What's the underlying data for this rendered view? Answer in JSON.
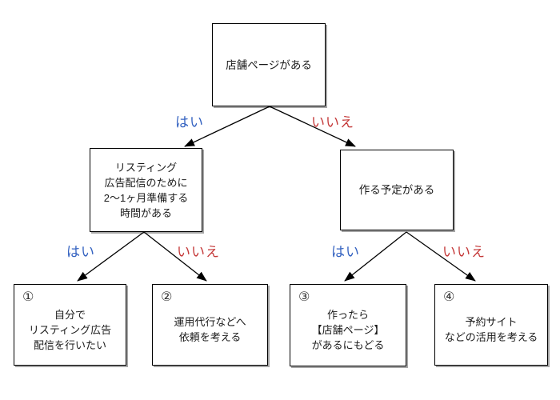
{
  "colors": {
    "yes_label": "#3563C1",
    "no_label": "#C53B3B",
    "arrow": "#000000",
    "box_border": "#000000",
    "box_shadow": "#A6A6A6",
    "background": "#FFFFFF"
  },
  "labels": {
    "yes": "はい",
    "no": "いいえ"
  },
  "nodes": {
    "root": {
      "lines": [
        "店舗ページがある"
      ]
    },
    "listing": {
      "lines": [
        "リスティング",
        "広告配信のために",
        "2〜1ヶ月準備する",
        "時間がある"
      ]
    },
    "plan": {
      "lines": [
        "作る予定がある"
      ]
    },
    "result1": {
      "number": "①",
      "lines": [
        "自分で",
        "リスティング広告",
        "配信を行いたい"
      ]
    },
    "result2": {
      "number": "②",
      "lines": [
        "運用代行などへ",
        "依頼を考える"
      ]
    },
    "result3": {
      "number": "③",
      "lines": [
        "作ったら",
        "【店舗ページ】",
        "があるにもどる"
      ]
    },
    "result4": {
      "number": "④",
      "lines": [
        "予約サイト",
        "などの活用を考える"
      ]
    }
  }
}
